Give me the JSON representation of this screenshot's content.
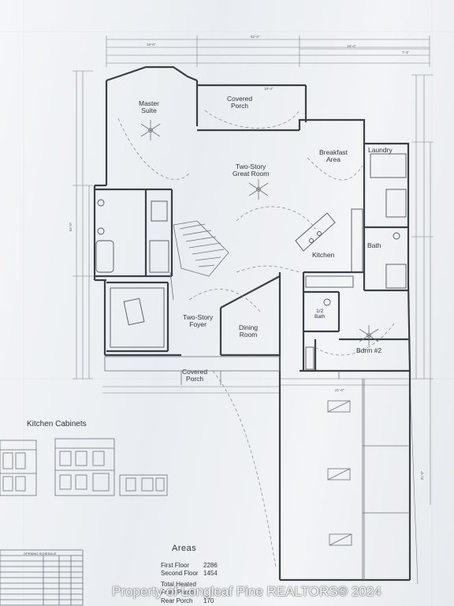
{
  "rooms": {
    "master_suite": [
      "Master",
      "Suite"
    ],
    "covered_porch_top": [
      "Covered",
      "Porch"
    ],
    "great_room": [
      "Two-Story",
      "Great Room"
    ],
    "breakfast_area": [
      "Breakfast",
      "Area"
    ],
    "laundry": "Laundry",
    "kitchen": "Kitchen",
    "bath": "Bath",
    "two_story_foyer": [
      "Two-Story",
      "Foyer"
    ],
    "dining_room": [
      "Dining",
      "Room"
    ],
    "half_bath": [
      "1/2",
      "Bath"
    ],
    "bdrm2": "Bdrm #2",
    "covered_porch_bottom": [
      "Covered",
      "Porch"
    ]
  },
  "dimensions": {
    "overall_width": "62'-0\"",
    "top_left": "16'-0\"",
    "top_mid": "18'-4\"",
    "top_right": "7'-3\"",
    "left_height": "54'-0\"",
    "garage_width": "21'-0\"",
    "garage_depth": "31'-0\"",
    "porch_width": "18'-4\""
  },
  "kitchen_cabinets": {
    "title": "Kitchen Cabinets"
  },
  "opening_schedule": {
    "title": "OPENING SCHEDULE"
  },
  "areas": {
    "title": "Areas",
    "rows": [
      {
        "label": "First Floor",
        "value": "2286"
      },
      {
        "label": "Second Floor",
        "value": "1454"
      },
      {
        "label": "Total Heated",
        "value": ""
      },
      {
        "label": "Front Porch",
        "value": ""
      },
      {
        "label": "Rear Porch",
        "value": "170"
      }
    ]
  },
  "watermark": "Property of Longleaf Pine REALTORS® 2024"
}
